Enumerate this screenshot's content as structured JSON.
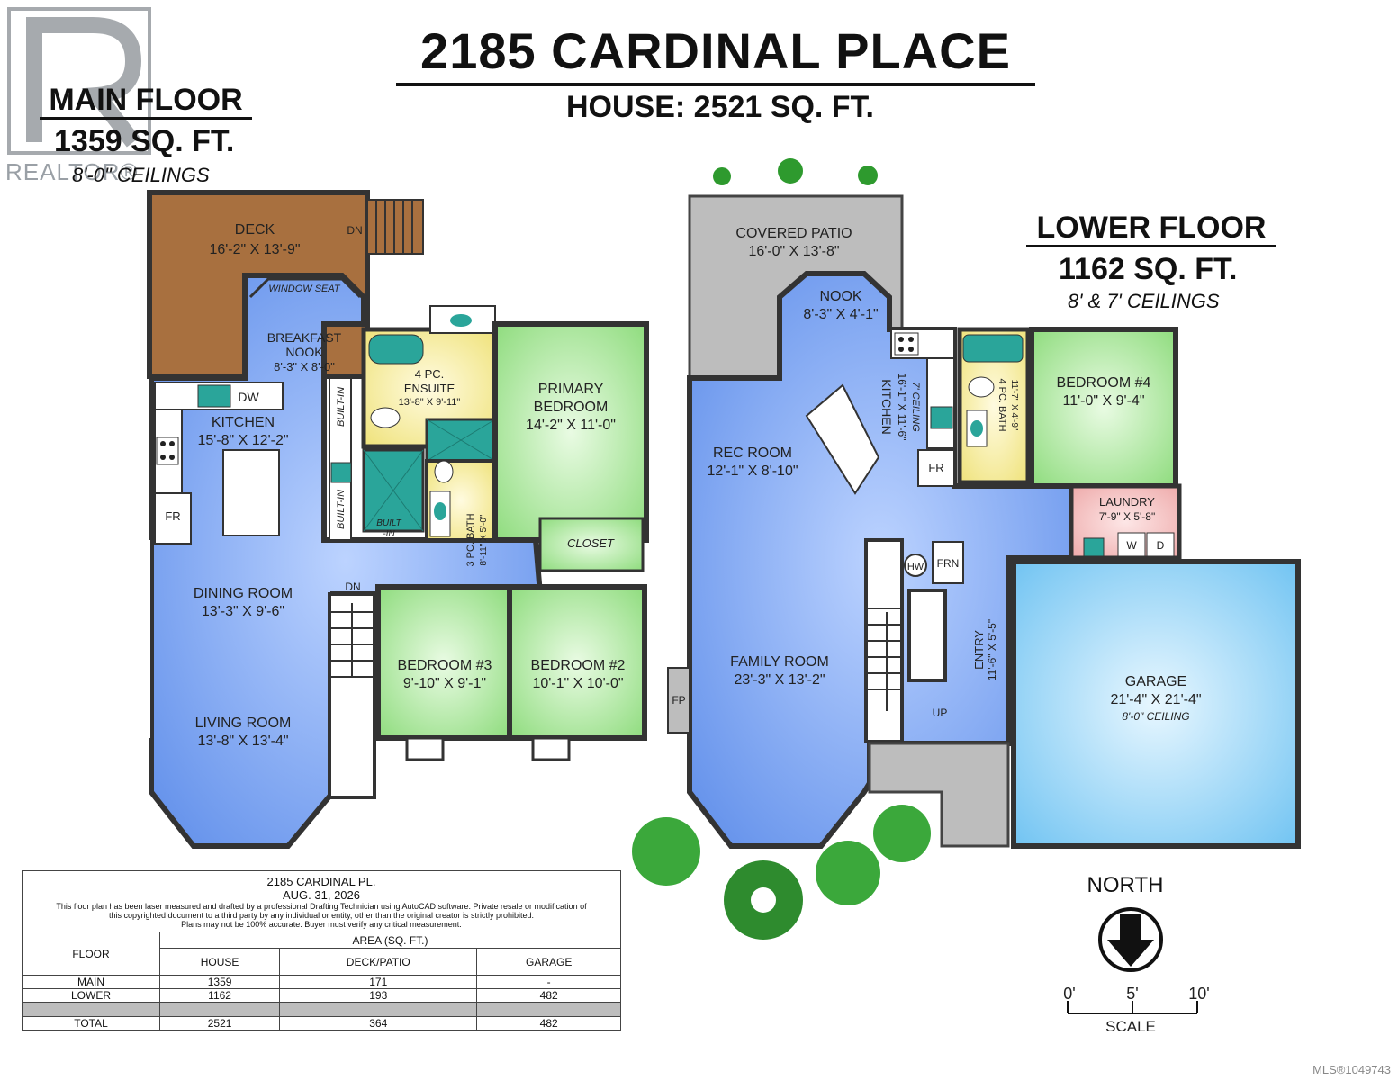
{
  "title": "2185 CARDINAL PLACE",
  "subtitle": "HOUSE: 2521 SQ. FT.",
  "realtor_mark": "REALTOR®",
  "main_floor": {
    "heading": "MAIN FLOOR",
    "area": "1359 SQ. FT.",
    "ceilings": "8'-0\" CEILINGS"
  },
  "lower_floor": {
    "heading": "LOWER FLOOR",
    "area": "1162 SQ. FT.",
    "ceilings": "8' & 7' CEILINGS"
  },
  "rooms_main": {
    "deck": {
      "name": "DECK",
      "size": "16'-2\" X 13'-9\""
    },
    "dn_deck": "DN",
    "window_seat": "WINDOW SEAT",
    "breakfast": {
      "name1": "BREAKFAST",
      "name2": "NOOK",
      "size": "8'-3\" X 8'-0\""
    },
    "dw": "DW",
    "kitchen": {
      "name": "KITCHEN",
      "size": "15'-8\" X 12'-2\""
    },
    "fr": "FR",
    "builtin1": "BUILT-IN",
    "builtin2": "BUILT-IN",
    "builtin3a": "BUILT",
    "builtin3b": "-IN",
    "ensuite": {
      "name1": "4 PC.",
      "name2": "ENSUITE",
      "size": "13'-8\" X 9'-11\""
    },
    "bath3": {
      "name": "3 PC. BATH",
      "size": "8'-11\" X 5'-0\""
    },
    "primary": {
      "name1": "PRIMARY",
      "name2": "BEDROOM",
      "size": "14'-2\" X 11'-0\""
    },
    "closet": "CLOSET",
    "dining": {
      "name": "DINING ROOM",
      "size": "13'-3\" X 9'-6\""
    },
    "dn_stairs": "DN",
    "bed3": {
      "name": "BEDROOM #3",
      "size": "9'-10\" X 9'-1\""
    },
    "bed2": {
      "name": "BEDROOM #2",
      "size": "10'-1\" X 10'-0\""
    },
    "living": {
      "name": "LIVING ROOM",
      "size": "13'-8\" X 13'-4\""
    }
  },
  "rooms_lower": {
    "patio": {
      "name": "COVERED PATIO",
      "size": "16'-0\" X 13'-8\""
    },
    "nook": {
      "name": "NOOK",
      "size": "8'-3\" X 4'-1\""
    },
    "kitchen": {
      "name": "KITCHEN",
      "size": "16'-1\" X 11'-6\"",
      "ceiling": "7' CEILING"
    },
    "fr": "FR",
    "bath4": {
      "name": "4 PC. BATH",
      "size": "11'-7\" X 4'-9\""
    },
    "bed4": {
      "name": "BEDROOM #4",
      "size": "11'-0\" X 9'-4\""
    },
    "rec": {
      "name": "REC ROOM",
      "size": "12'-1\" X 8'-10\""
    },
    "laundry": {
      "name": "LAUNDRY",
      "size": "7'-9\" X 5'-8\""
    },
    "w": "W",
    "d": "D",
    "hw": "HW",
    "frn": "FRN",
    "family": {
      "name": "FAMILY ROOM",
      "size": "23'-3\" X 13'-2\""
    },
    "fp": "FP",
    "entry": {
      "name": "ENTRY",
      "size": "11'-6\" X 5'-5\""
    },
    "up": "UP",
    "garage": {
      "name": "GARAGE",
      "size": "21'-4\" X 21'-4\"",
      "ceiling": "8'-0\" CEILING"
    }
  },
  "info_box": {
    "address": "2185 CARDINAL PL.",
    "date": "AUG. 31, 2026",
    "disclaimer1": "This floor plan has been laser measured and drafted by a professional Drafting Technician using AutoCAD software. Private resale or modification of",
    "disclaimer2": "this copyrighted document to a third party by any individual or entity, other than the original creator is strictly prohibited.",
    "disclaimer3": "Plans may not be 100% accurate.  Buyer must verify any critical measurement.",
    "area_header": "AREA (SQ. FT.)",
    "col_floor": "FLOOR",
    "col_house": "HOUSE",
    "col_deck": "DECK/PATIO",
    "col_garage": "GARAGE",
    "rows": [
      {
        "floor": "MAIN",
        "house": "1359",
        "deck": "171",
        "garage": "-"
      },
      {
        "floor": "LOWER",
        "house": "1162",
        "deck": "193",
        "garage": "482"
      }
    ],
    "total": {
      "floor": "TOTAL",
      "house": "2521",
      "deck": "364",
      "garage": "482"
    }
  },
  "north": "NORTH",
  "scale": {
    "t0": "0'",
    "t5": "5'",
    "t10": "10'",
    "label": "SCALE"
  },
  "mls": "MLS®1049743",
  "colors": {
    "blue": "#6f9cf0",
    "green": "#a8e89a",
    "yellow": "#f5ee9a",
    "deck": "#a8703f",
    "patio": "#bdbdbd",
    "laundry": "#f3c1c1",
    "garage": "#8fd0f5"
  }
}
